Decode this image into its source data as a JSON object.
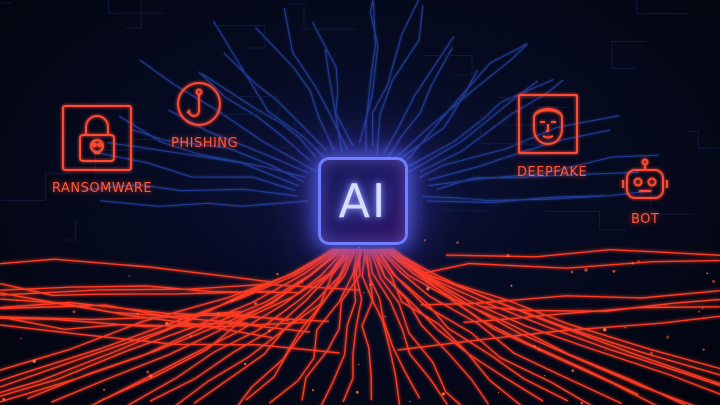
{
  "center": {
    "label": "AI"
  },
  "threats": {
    "ransomware": {
      "label": "RANSOMWARE",
      "icon": "padlock-skull-icon"
    },
    "phishing": {
      "label": "PHISHING",
      "icon": "fishhook-icon"
    },
    "deepfake": {
      "label": "DEEPFAKE",
      "icon": "face-scan-icon"
    },
    "bot": {
      "label": "BOT",
      "icon": "robot-head-icon"
    }
  },
  "colors": {
    "accent_blue": "#6f7dff",
    "threat_red": "#ff5a3c",
    "background": "#03060f"
  }
}
